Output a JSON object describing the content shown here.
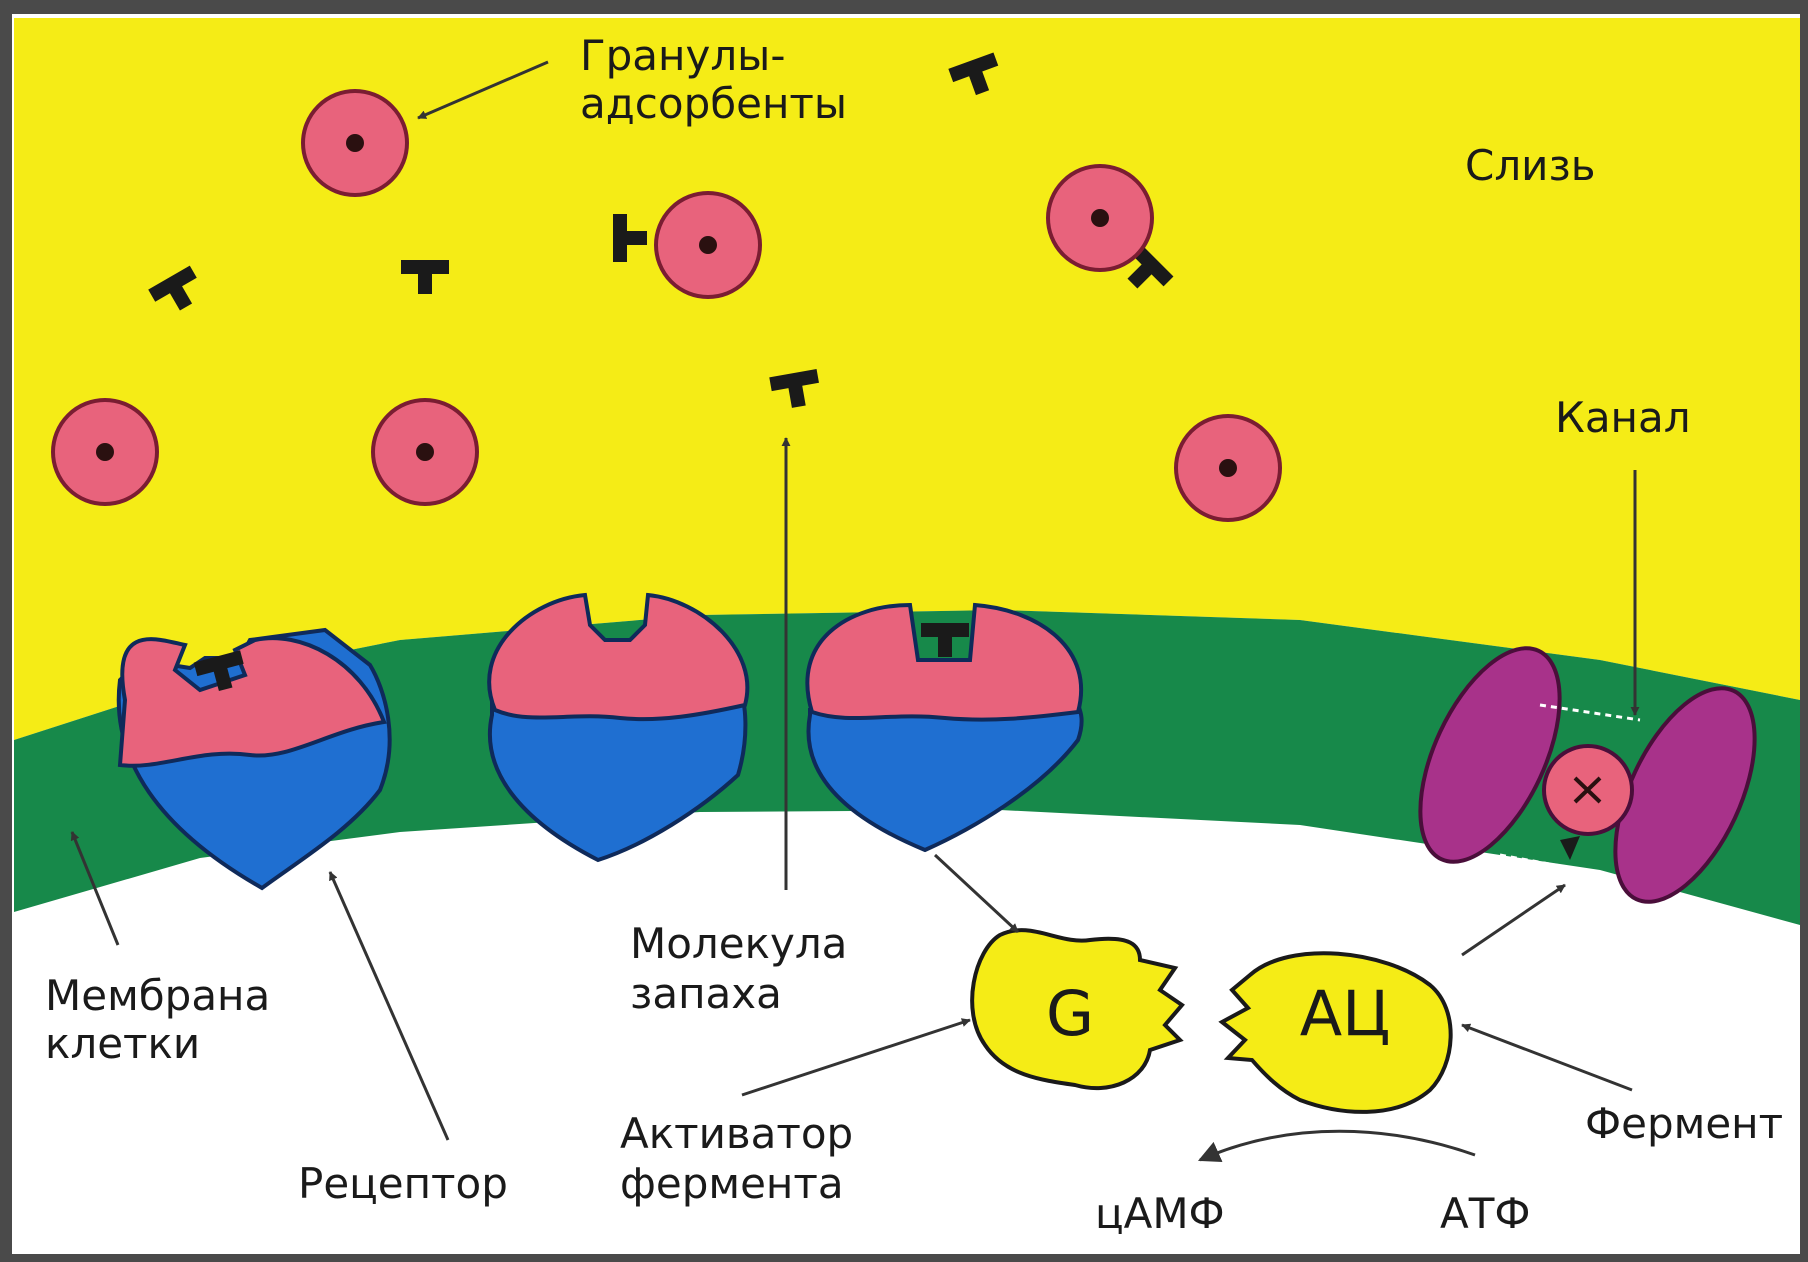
{
  "labels": {
    "granules": [
      "Гранулы-",
      "адсорбенты"
    ],
    "mucus": "Слизь",
    "channel": "Канал",
    "membrane": [
      "Мембрана",
      "клетки"
    ],
    "receptor": "Рецептор",
    "odor_molecule": [
      "Молекула",
      "запаха"
    ],
    "enzyme_activator": [
      "Активатор",
      "фермента"
    ],
    "enzyme": "Фермент",
    "g_protein": "G",
    "adenylate_cyclase": "АЦ",
    "camp": "цАМФ",
    "atp": "АТФ"
  },
  "colors": {
    "mucus": "#f5ec16",
    "membrane": "#17894a",
    "receptor_top": "#e8637c",
    "receptor_bottom": "#1f6fd1",
    "granule": "#e8637c",
    "channel_protein": "#a8328a",
    "enzyme": "#f5ec16",
    "molecule": "#1a1a1a",
    "frame": "#4a4a4a"
  }
}
